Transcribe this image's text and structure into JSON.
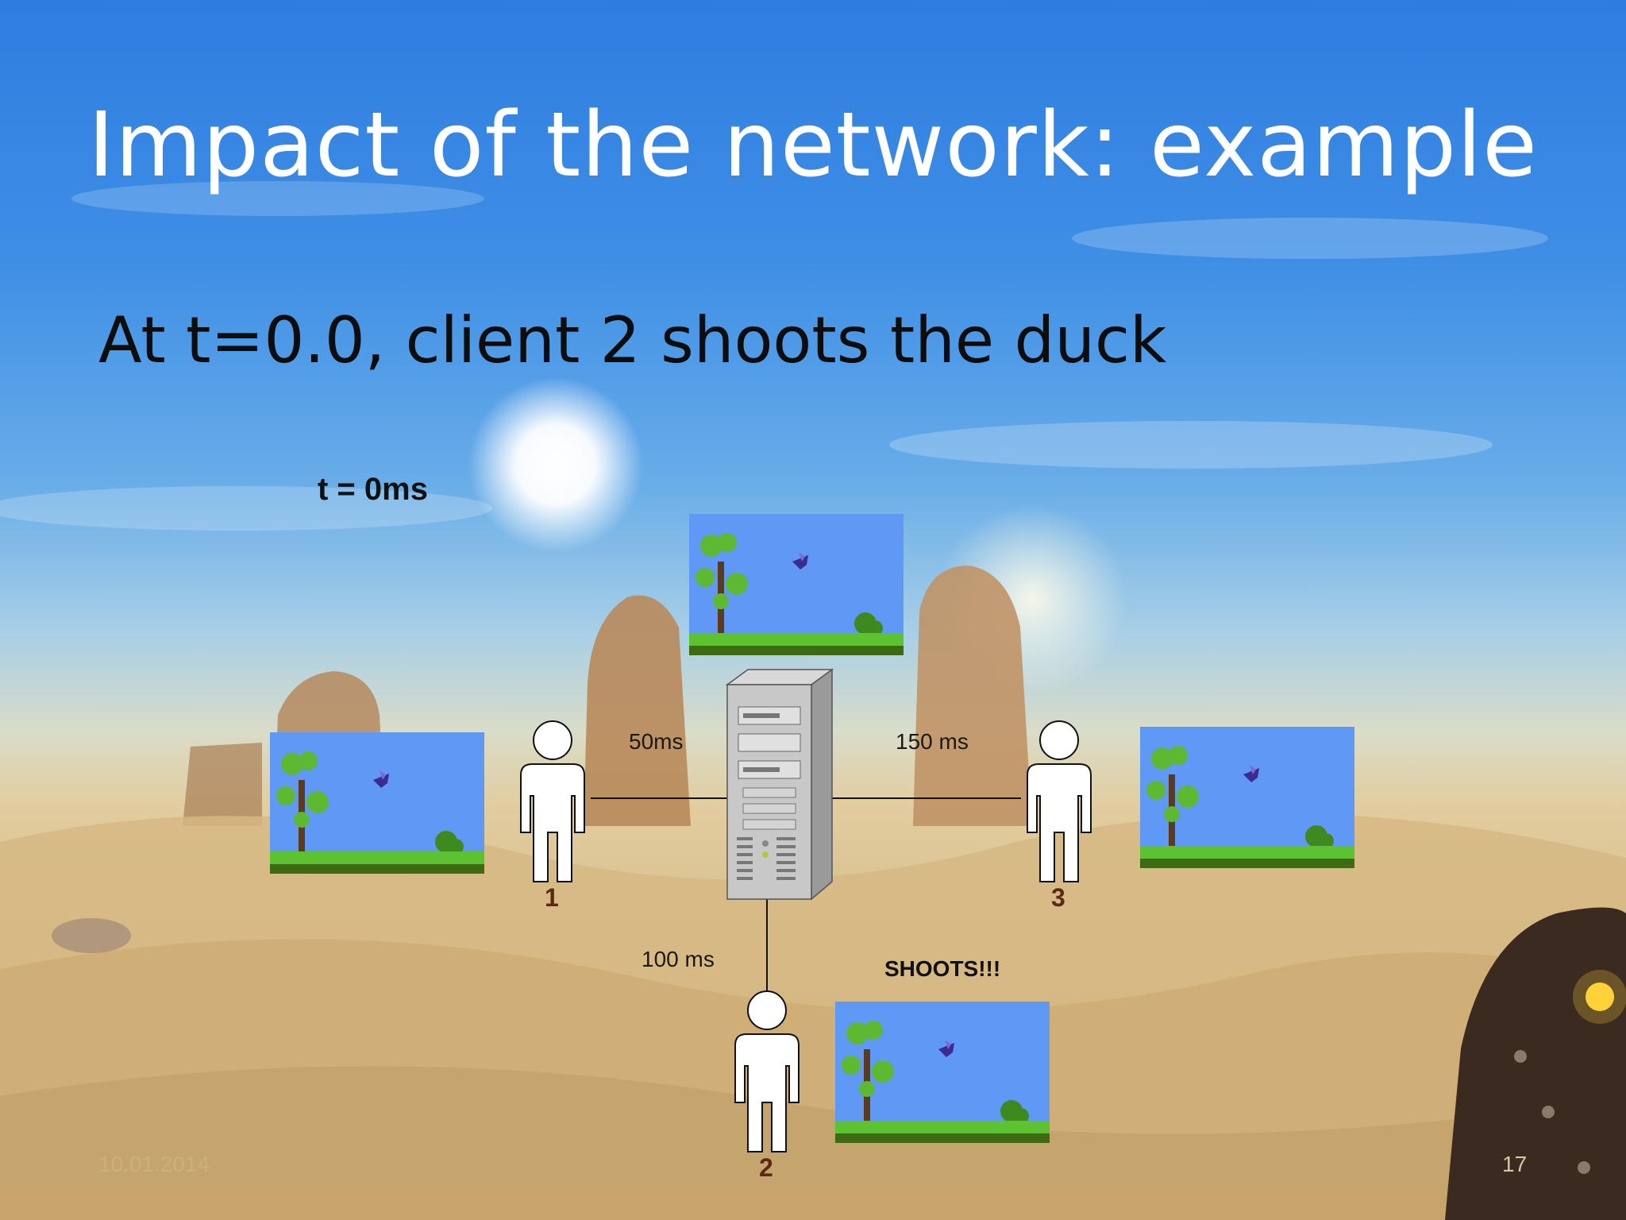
{
  "slide": {
    "title": "Impact of the network: example",
    "subtitle": "At t=0.0, client 2 shoots the duck",
    "time_label": "t = 0ms",
    "links": {
      "client1_latency": "50ms",
      "client3_latency": "150 ms",
      "client2_latency": "100 ms"
    },
    "clients": {
      "client1": "1",
      "client2": "2",
      "client3": "3"
    },
    "shoots_label": "SHOOTS!!!",
    "footer_date": "10.01.2014",
    "page_number": "17"
  },
  "colors": {
    "sky": "#2e7de0",
    "sand": "#d9c08f",
    "title_text": "#ffffff",
    "client_number": "#5a2a14",
    "game_sky": "#5f98f5",
    "game_grass": "#4caf2a"
  },
  "icons": {
    "server": "server-tower-icon",
    "client": "person-icon",
    "game_screen": "duck-hunt-screen-icon"
  }
}
